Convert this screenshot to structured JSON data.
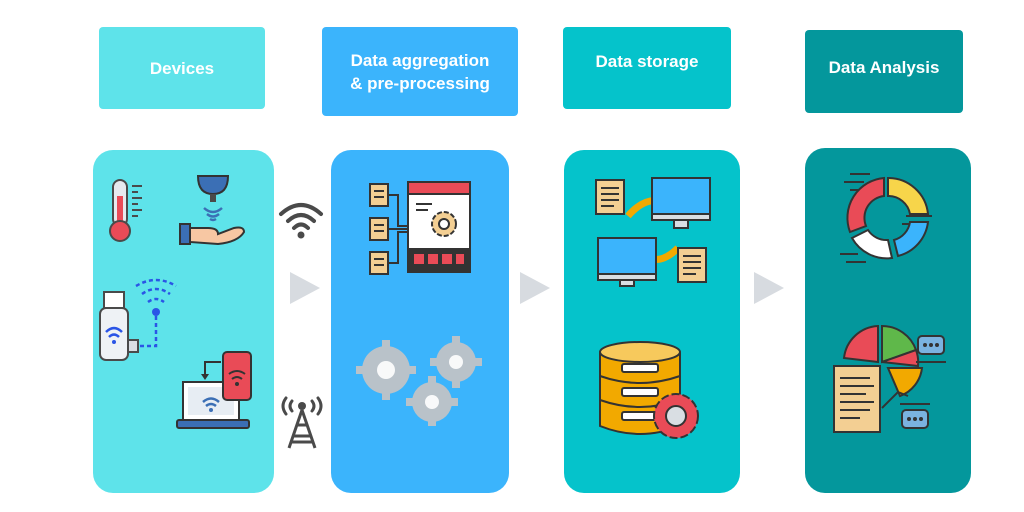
{
  "stages": [
    {
      "label": "Devices",
      "color": "#5ee3ea"
    },
    {
      "label": "Data aggregation\n& pre-processing",
      "color": "#3bb4fc"
    },
    {
      "label": "Data storage",
      "color": "#05c3cb"
    },
    {
      "label": "Data Analysis",
      "color": "#04979c"
    }
  ],
  "icons": {
    "devices": [
      "thermometer-icon",
      "hand-sensor-icon",
      "usb-wifi-dongle-icon",
      "laptop-phone-sync-icon"
    ],
    "connectivity": [
      "wifi-signal-icon",
      "radio-tower-icon"
    ],
    "aggregation": [
      "data-processing-board-icon",
      "gears-icon"
    ],
    "storage": [
      "networked-computers-icon",
      "database-gear-icon"
    ],
    "analysis": [
      "donut-chart-icon",
      "pie-chart-report-icon"
    ],
    "flow": [
      "arrow-right-icon",
      "arrow-right-icon",
      "arrow-right-icon"
    ]
  }
}
